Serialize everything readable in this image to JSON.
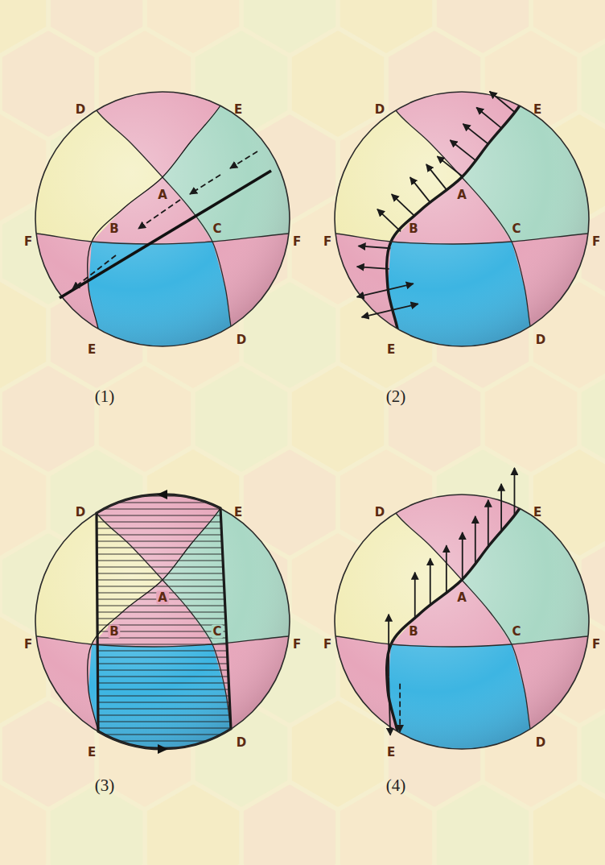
{
  "diagram": {
    "labels": [
      "D",
      "E",
      "A",
      "F",
      "B",
      "C",
      "F",
      "E",
      "D",
      "D",
      "E",
      "A",
      "F",
      "B",
      "C",
      "F",
      "E",
      "D",
      "(1)",
      "(2)",
      "D",
      "E",
      "A",
      "F",
      "B",
      "C",
      "F",
      "E",
      "D",
      "D",
      "E",
      "A",
      "F",
      "B",
      "C",
      "F",
      "E",
      "D",
      "(3)",
      "(4)"
    ]
  }
}
